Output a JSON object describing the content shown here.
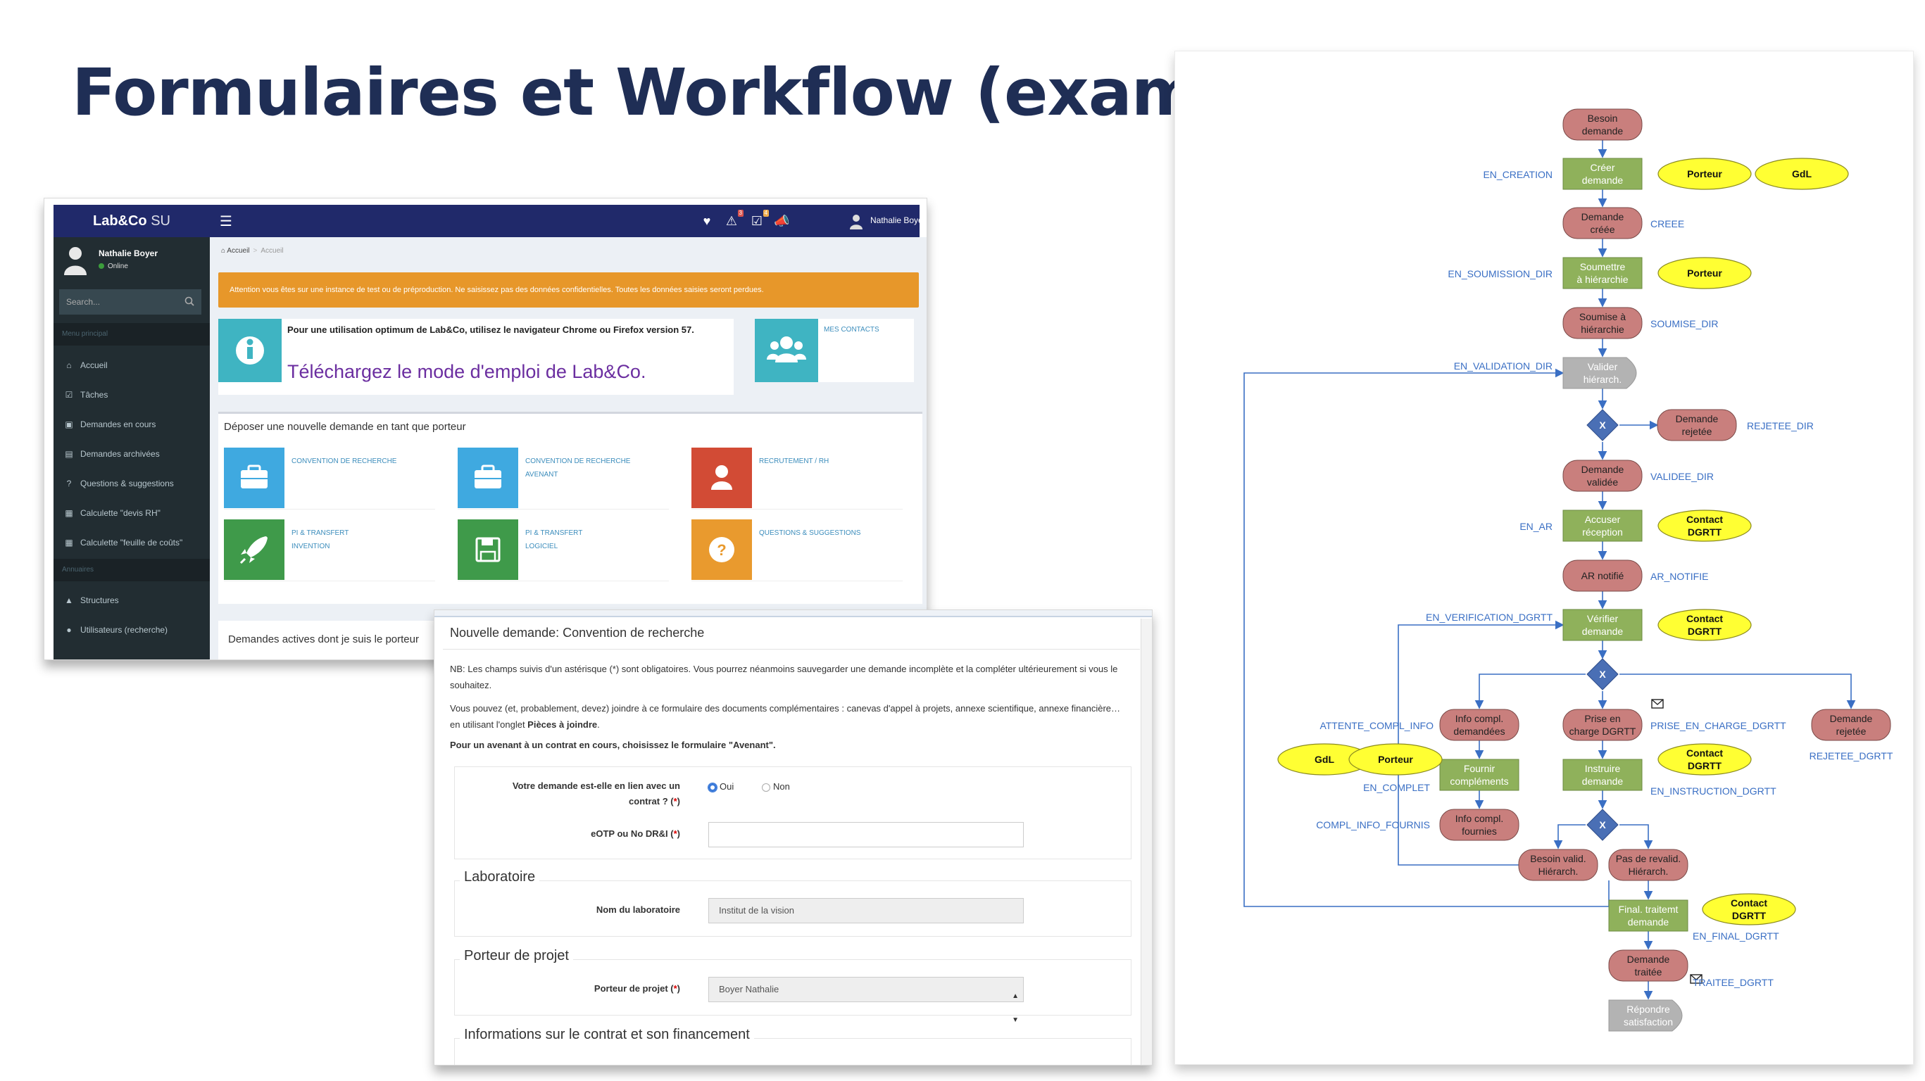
{
  "slide": {
    "title": "Formulaires et Workflow (examples)"
  },
  "dashboard": {
    "brand_bold": "Lab&Co",
    "brand_light": " SU",
    "topbar": {
      "alert_badge": "3",
      "task_badge": "4",
      "user_name": "Nathalie Boyer"
    },
    "sidebar": {
      "user_name": "Nathalie Boyer",
      "status": "Online",
      "search_placeholder": "Search...",
      "menu_header": "Menu principal",
      "items": [
        {
          "icon": "home-icon",
          "label": "Accueil"
        },
        {
          "icon": "check-icon",
          "label": "Tâches"
        },
        {
          "icon": "inbox-icon",
          "label": "Demandes en cours"
        },
        {
          "icon": "archive-icon",
          "label": "Demandes archivées"
        },
        {
          "icon": "question-icon",
          "label": "Questions & suggestions"
        },
        {
          "icon": "calculator-icon",
          "label": "Calculette \"devis RH\""
        },
        {
          "icon": "calculator-icon",
          "label": "Calculette \"feuille de coûts\""
        }
      ],
      "annuaires_header": "Annuaires",
      "items2": [
        {
          "icon": "structure-icon",
          "label": "Structures"
        },
        {
          "icon": "users-icon",
          "label": "Utilisateurs (recherche)"
        }
      ]
    },
    "breadcrumb": {
      "root": "Accueil",
      "current": "Accueil"
    },
    "alert": "Attention vous êtes sur une instance de test ou de préproduction. Ne saisissez pas des données confidentielles. Toutes les données saisies seront perdues.",
    "info": {
      "line1": "Pour une utilisation optimum de Lab&Co, utilisez le navigateur Chrome ou Firefox version 57.",
      "line2": "Téléchargez le mode d'emploi de Lab&Co."
    },
    "contacts_label": "MES CONTACTS",
    "deposit_title": "Déposer une nouvelle demande en tant que porteur",
    "categories": [
      {
        "line1": "CONVENTION DE RECHERCHE",
        "line2": "",
        "color": "#3fa9e0",
        "icon": "briefcase-icon"
      },
      {
        "line1": "CONVENTION DE RECHERCHE",
        "line2": "AVENANT",
        "color": "#3fa9e0",
        "icon": "briefcase-icon"
      },
      {
        "line1": "RECRUTEMENT / RH",
        "line2": "",
        "color": "#d24b35",
        "icon": "user-icon"
      },
      {
        "line1": "PI & TRANSFERT",
        "line2": "INVENTION",
        "color": "#3f9a4a",
        "icon": "rocket-icon"
      },
      {
        "line1": "PI & TRANSFERT",
        "line2": "LOGICIEL",
        "color": "#3f9a4a",
        "icon": "floppy-icon"
      },
      {
        "line1": "QUESTIONS & SUGGESTIONS",
        "line2": "",
        "color": "#e99a2e",
        "icon": "question-icon"
      }
    ],
    "active_title": "Demandes actives dont je suis le porteur"
  },
  "form": {
    "header": "Nouvelle demande: Convention de recherche",
    "note1": "NB: Les champs suivis d'un astérisque (*) sont obligatoires. Vous pourrez néanmoins sauvegarder une demande incomplète et la compléter ultérieurement si vous le souhaitez.",
    "note2_pre": "Vous pouvez (et, probablement, devez) joindre à ce formulaire des documents complémentaires : canevas d'appel à projets, annexe scientifique, annexe financière… en utilisant l'onglet ",
    "note2_bold": "Pièces à joindre",
    "note2_post": ".",
    "note3": "Pour un avenant à un contrat en cours, choisissez le formulaire \"Avenant\".",
    "q_contract_l1": "Votre demande est-elle en lien avec un",
    "q_contract_l2": "contrat ? (",
    "req_mark": "*",
    "close_paren": ")",
    "opt_yes": "Oui",
    "opt_no": "Non",
    "eotp_label": "eOTP ou No DR&I (",
    "eotp_value": "",
    "legend_lab": "Laboratoire",
    "lab_label": "Nom du laboratoire",
    "lab_value": "Institut de la vision",
    "legend_porteur": "Porteur de projet",
    "porteur_label": "Porteur de projet (",
    "porteur_value": "Boyer Nathalie",
    "legend_contract": "Informations sur le contrat et son financement"
  },
  "workflow": {
    "colors": {
      "red": "#c97f7d",
      "green": "#8fb15b",
      "grey": "#b3b3b3",
      "yellow": "#ffff33",
      "blue": "#3a6fc4",
      "decision": "#4a6fb5"
    },
    "nodes": [
      {
        "id": "besoin",
        "lines": [
          "Besoin",
          "demande"
        ],
        "kind": "red"
      },
      {
        "id": "creer",
        "lines": [
          "Créer",
          "demande"
        ],
        "kind": "green"
      },
      {
        "id": "creee",
        "lines": [
          "Demande",
          "créée"
        ],
        "kind": "red"
      },
      {
        "id": "soumettre",
        "lines": [
          "Soumettre",
          "à hiérarchie"
        ],
        "kind": "green"
      },
      {
        "id": "soumise",
        "lines": [
          "Soumise à",
          "hiérarchie"
        ],
        "kind": "red"
      },
      {
        "id": "valider",
        "lines": [
          "Valider",
          "hiérarch."
        ],
        "kind": "grey"
      },
      {
        "id": "rejetee_dir",
        "lines": [
          "Demande",
          "rejetée"
        ],
        "kind": "red"
      },
      {
        "id": "validee",
        "lines": [
          "Demande",
          "validée"
        ],
        "kind": "red"
      },
      {
        "id": "accuser",
        "lines": [
          "Accuser",
          "réception"
        ],
        "kind": "green"
      },
      {
        "id": "ar",
        "lines": [
          "AR notifié"
        ],
        "kind": "red"
      },
      {
        "id": "verifier",
        "lines": [
          "Vérifier",
          "demande"
        ],
        "kind": "green"
      },
      {
        "id": "info_dem",
        "lines": [
          "Info compl.",
          "demandées"
        ],
        "kind": "red"
      },
      {
        "id": "prise",
        "lines": [
          "Prise en",
          "charge DGRTT"
        ],
        "kind": "red"
      },
      {
        "id": "rejetee2",
        "lines": [
          "Demande",
          "rejetée"
        ],
        "kind": "red"
      },
      {
        "id": "fournir",
        "lines": [
          "Fournir",
          "compléments"
        ],
        "kind": "green"
      },
      {
        "id": "instruire",
        "lines": [
          "Instruire",
          "demande"
        ],
        "kind": "green"
      },
      {
        "id": "info_fourn",
        "lines": [
          "Info compl.",
          "fournies"
        ],
        "kind": "red"
      },
      {
        "id": "besoin_valid",
        "lines": [
          "Besoin valid.",
          "Hiérarch."
        ],
        "kind": "red"
      },
      {
        "id": "pas_revalid",
        "lines": [
          "Pas de revalid.",
          "Hiérarch."
        ],
        "kind": "red"
      },
      {
        "id": "final",
        "lines": [
          "Final. traitemt",
          "demande"
        ],
        "kind": "green"
      },
      {
        "id": "traitee",
        "lines": [
          "Demande",
          "traitée"
        ],
        "kind": "red"
      },
      {
        "id": "repondre",
        "lines": [
          "Répondre",
          "satisfaction"
        ],
        "kind": "grey"
      }
    ],
    "actors": [
      {
        "id": "porteur1",
        "label": "Porteur"
      },
      {
        "id": "gdl1",
        "label": "GdL"
      },
      {
        "id": "porteur2",
        "label": "Porteur"
      },
      {
        "id": "contact1",
        "lines": [
          "Contact",
          "DGRTT"
        ]
      },
      {
        "id": "contact2",
        "lines": [
          "Contact",
          "DGRTT"
        ]
      },
      {
        "id": "gdl2",
        "label": "GdL"
      },
      {
        "id": "porteur3",
        "label": "Porteur"
      },
      {
        "id": "contact3",
        "lines": [
          "Contact",
          "DGRTT"
        ]
      },
      {
        "id": "contact4",
        "lines": [
          "Contact",
          "DGRTT"
        ]
      }
    ],
    "decision_label": "X",
    "states": [
      "EN_CREATION",
      "CREEE",
      "EN_SOUMISSION_DIR",
      "SOUMISE_DIR",
      "EN_VALIDATION_DIR",
      "REJETEE_DIR",
      "VALIDEE_DIR",
      "EN_AR",
      "AR_NOTIFIE",
      "EN_VERIFICATION_DGRTT",
      "ATTENTE_COMPL_INFO",
      "PRISE_EN_CHARGE_DGRTT",
      "REJETEE_DGRTT",
      "EN_COMPLET",
      "EN_INSTRUCTION_DGRTT",
      "COMPL_INFO_FOURNIS",
      "EN_FINAL_DGRTT",
      "TRAITEE_DGRTT"
    ]
  }
}
